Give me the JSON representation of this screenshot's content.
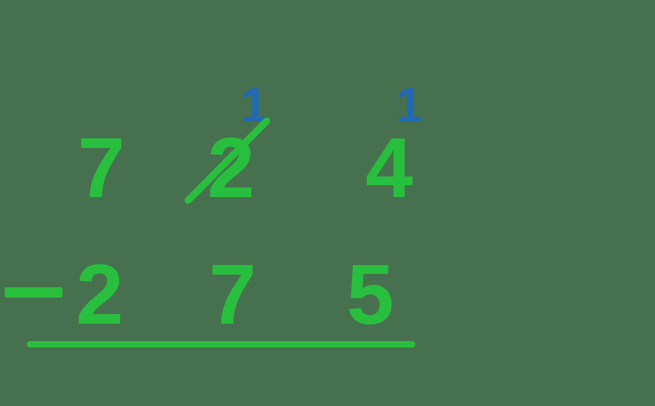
{
  "problem": {
    "type": "vertical-subtraction-with-regrouping",
    "operation": "subtraction",
    "operator_symbol": "−",
    "minuend": "724",
    "subtrahend": "275",
    "answer_shown": false,
    "answer": ""
  },
  "colors": {
    "background": "#47714e",
    "digit_green": "#29bf3e",
    "carry_blue": "#2269b3"
  },
  "top_row": {
    "hundreds": "7",
    "tens": "2",
    "ones": "4",
    "tens_crossed_out": true
  },
  "bottom_row": {
    "operator": "—",
    "hundreds": "2",
    "tens": "7",
    "ones": "5"
  },
  "carries": {
    "tens_column": "1",
    "ones_column": "1"
  },
  "marks": {
    "strikethrough_label": "cross-out-slash-over-tens-digit",
    "answer_line_label": "answer-rule"
  }
}
